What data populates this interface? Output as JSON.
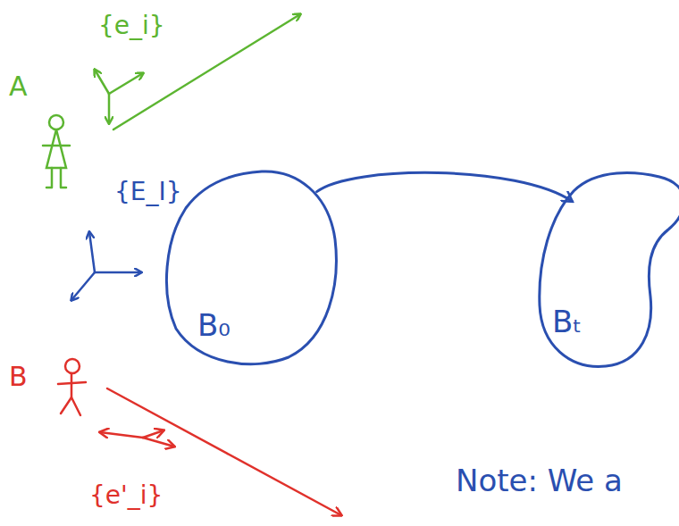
{
  "diagram": {
    "nodes": [
      {
        "text": [
          "B₀"
        ]
      },
      {
        "text": [
          "Bₜ"
        ]
      }
    ],
    "edges": [
      {
        "from": 0,
        "to": 1,
        "arrow": "to"
      }
    ],
    "labels": [
      "{e_i}",
      "A",
      "{E_I}",
      "B",
      "{e'_i}",
      "Note: We a"
    ]
  }
}
